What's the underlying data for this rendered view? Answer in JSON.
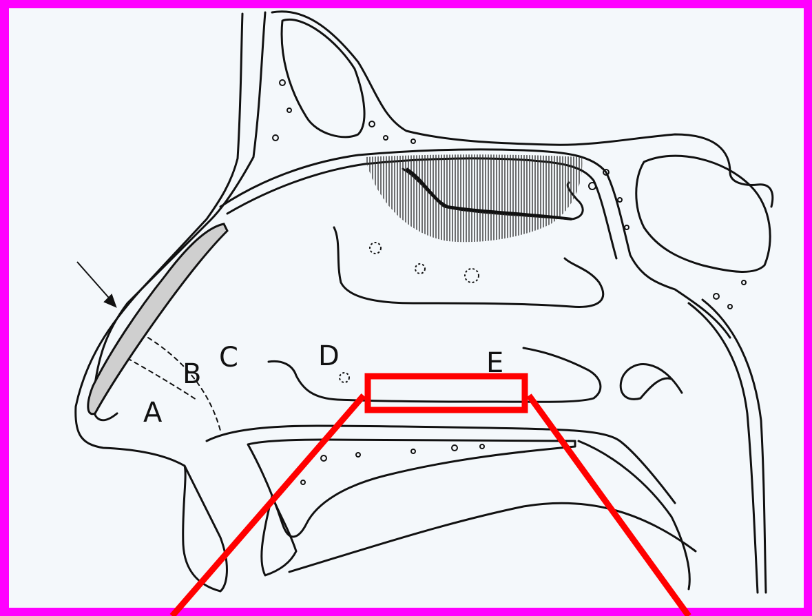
{
  "labels": {
    "A": "A",
    "B": "B",
    "C": "C",
    "D": "D",
    "E": "E"
  },
  "colors": {
    "frame": "#ff00ff",
    "outer_background": "#3a3a3a",
    "paper": "#f4f8fb",
    "ink": "#111111",
    "highlight": "#ff0000"
  },
  "icons": {
    "arrow": "arrow-icon"
  }
}
